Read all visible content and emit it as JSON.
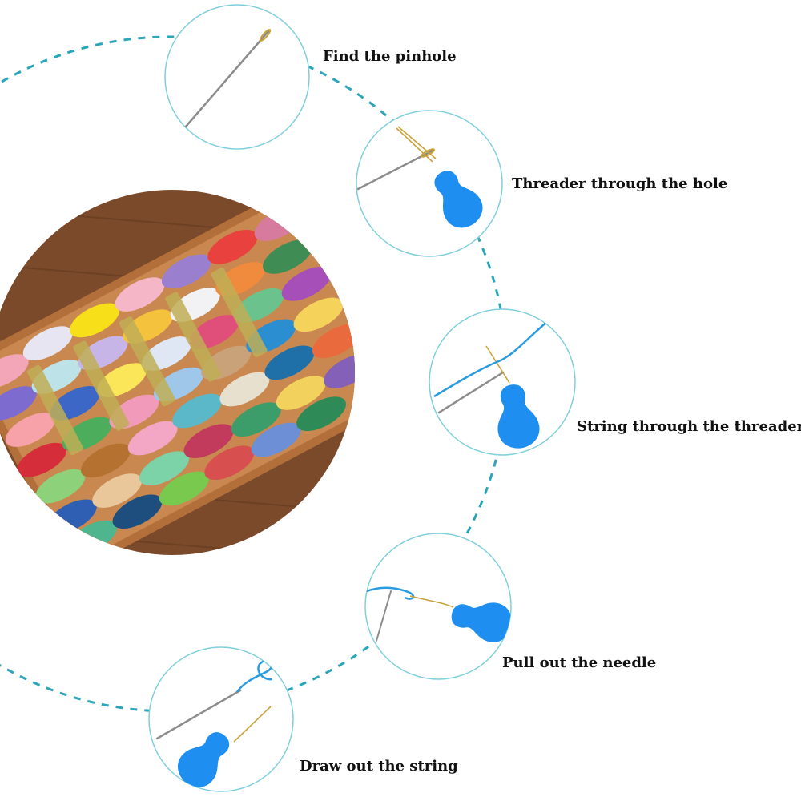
{
  "steps": [
    {
      "label": "Find the pinhole",
      "icon": "needle-icon"
    },
    {
      "label": "Threader through the hole",
      "icon": "threader-needle-icon"
    },
    {
      "label": "String through the threader",
      "icon": "string-threader-icon"
    },
    {
      "label": "Pull out the needle",
      "icon": "pull-needle-icon"
    },
    {
      "label": "Draw out the string",
      "icon": "draw-string-icon"
    }
  ],
  "photo": {
    "subject": "embroidery-floss-skeins"
  },
  "colors": {
    "ring": "#2aa6b8",
    "circle_border": "#7fcfdc",
    "threader": "#1e8ff0",
    "needle": "#8c8c8c",
    "needle_eye": "#c9a23a",
    "thread": "#2b9be0",
    "wood": "#9a5a2c"
  }
}
